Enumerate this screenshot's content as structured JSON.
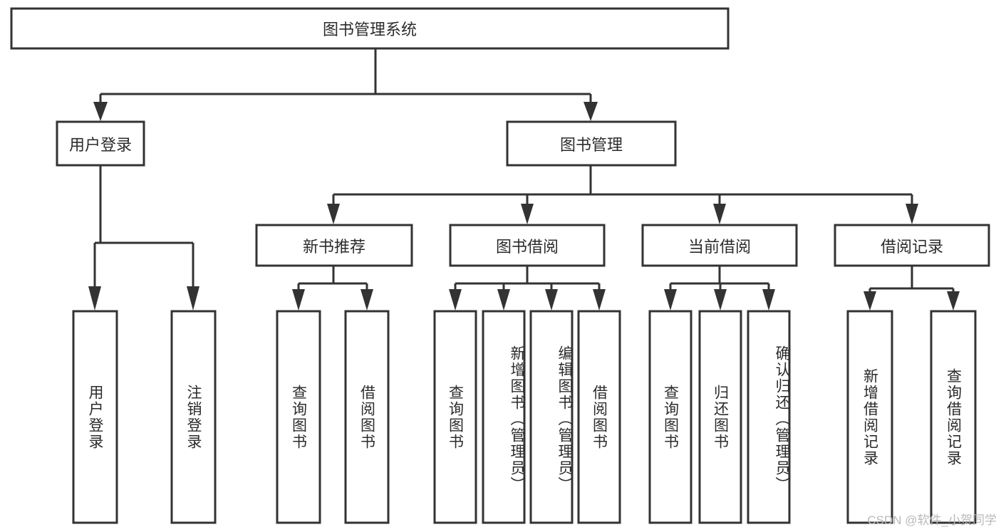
{
  "diagram": {
    "title": "图书管理系统",
    "type": "tree-hierarchy",
    "watermark": "CSDN @软件_小贺同学",
    "colors": {
      "stroke": "#333333",
      "fill": "#ffffff",
      "text": "#2b2b2b",
      "watermark": "#b9b9b9"
    },
    "root": {
      "label": "图书管理系统"
    },
    "level2": [
      {
        "label": "用户登录"
      },
      {
        "label": "图书管理"
      }
    ],
    "level3": [
      {
        "label": "新书推荐"
      },
      {
        "label": "图书借阅"
      },
      {
        "label": "当前借阅"
      },
      {
        "label": "借阅记录"
      }
    ],
    "leaves": {
      "user_login": [
        {
          "label": "用户登录"
        },
        {
          "label": "注销登录"
        }
      ],
      "new_book_recommend": [
        {
          "label": "查询图书"
        },
        {
          "label": "借阅图书"
        }
      ],
      "book_borrow": [
        {
          "label": "查询图书"
        },
        {
          "label": "新增图书（管理员）"
        },
        {
          "label": "编辑图书（管理员）"
        },
        {
          "label": "借阅图书"
        }
      ],
      "current_borrow": [
        {
          "label": "查询图书"
        },
        {
          "label": "归还图书"
        },
        {
          "label": "确认归还（管理员）"
        }
      ],
      "borrow_record": [
        {
          "label": "新增借阅记录"
        },
        {
          "label": "查询借阅记录"
        }
      ]
    }
  }
}
